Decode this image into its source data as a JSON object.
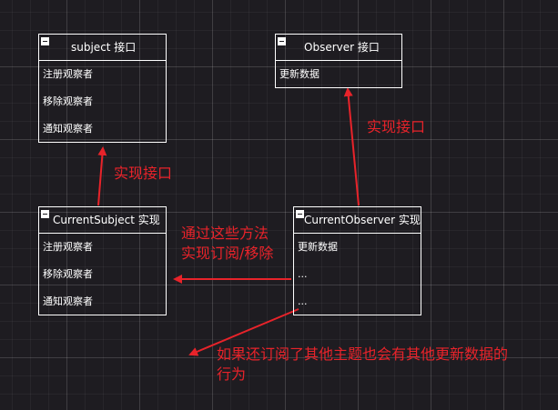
{
  "colors": {
    "background": "#1e1c21",
    "box_border": "#ffffff",
    "text": "#ffffff",
    "annotation": "#e8232a",
    "arrow": "#e8232a"
  },
  "boxes": {
    "subject": {
      "title": "subject 接口",
      "rows": [
        "注册观察者",
        "移除观察者",
        "通知观察者"
      ]
    },
    "observer": {
      "title": "Observer 接口",
      "rows": [
        "更新数据"
      ]
    },
    "current_subject": {
      "title": "CurrentSubject 实现",
      "rows": [
        "注册观察者",
        "移除观察者",
        "通知观察者"
      ]
    },
    "current_observer": {
      "title": "CurrentObserver 实现",
      "rows": [
        "更新数据",
        "...",
        "..."
      ]
    }
  },
  "annotations": {
    "implements_left": "实现接口",
    "implements_right": "实现接口",
    "subscribe_line1": "通过这些方法",
    "subscribe_line2": "实现订阅/移除",
    "other_topics_line1": "如果还订阅了其他主题也会有其他更新数据的",
    "other_topics_line2": "行为"
  }
}
